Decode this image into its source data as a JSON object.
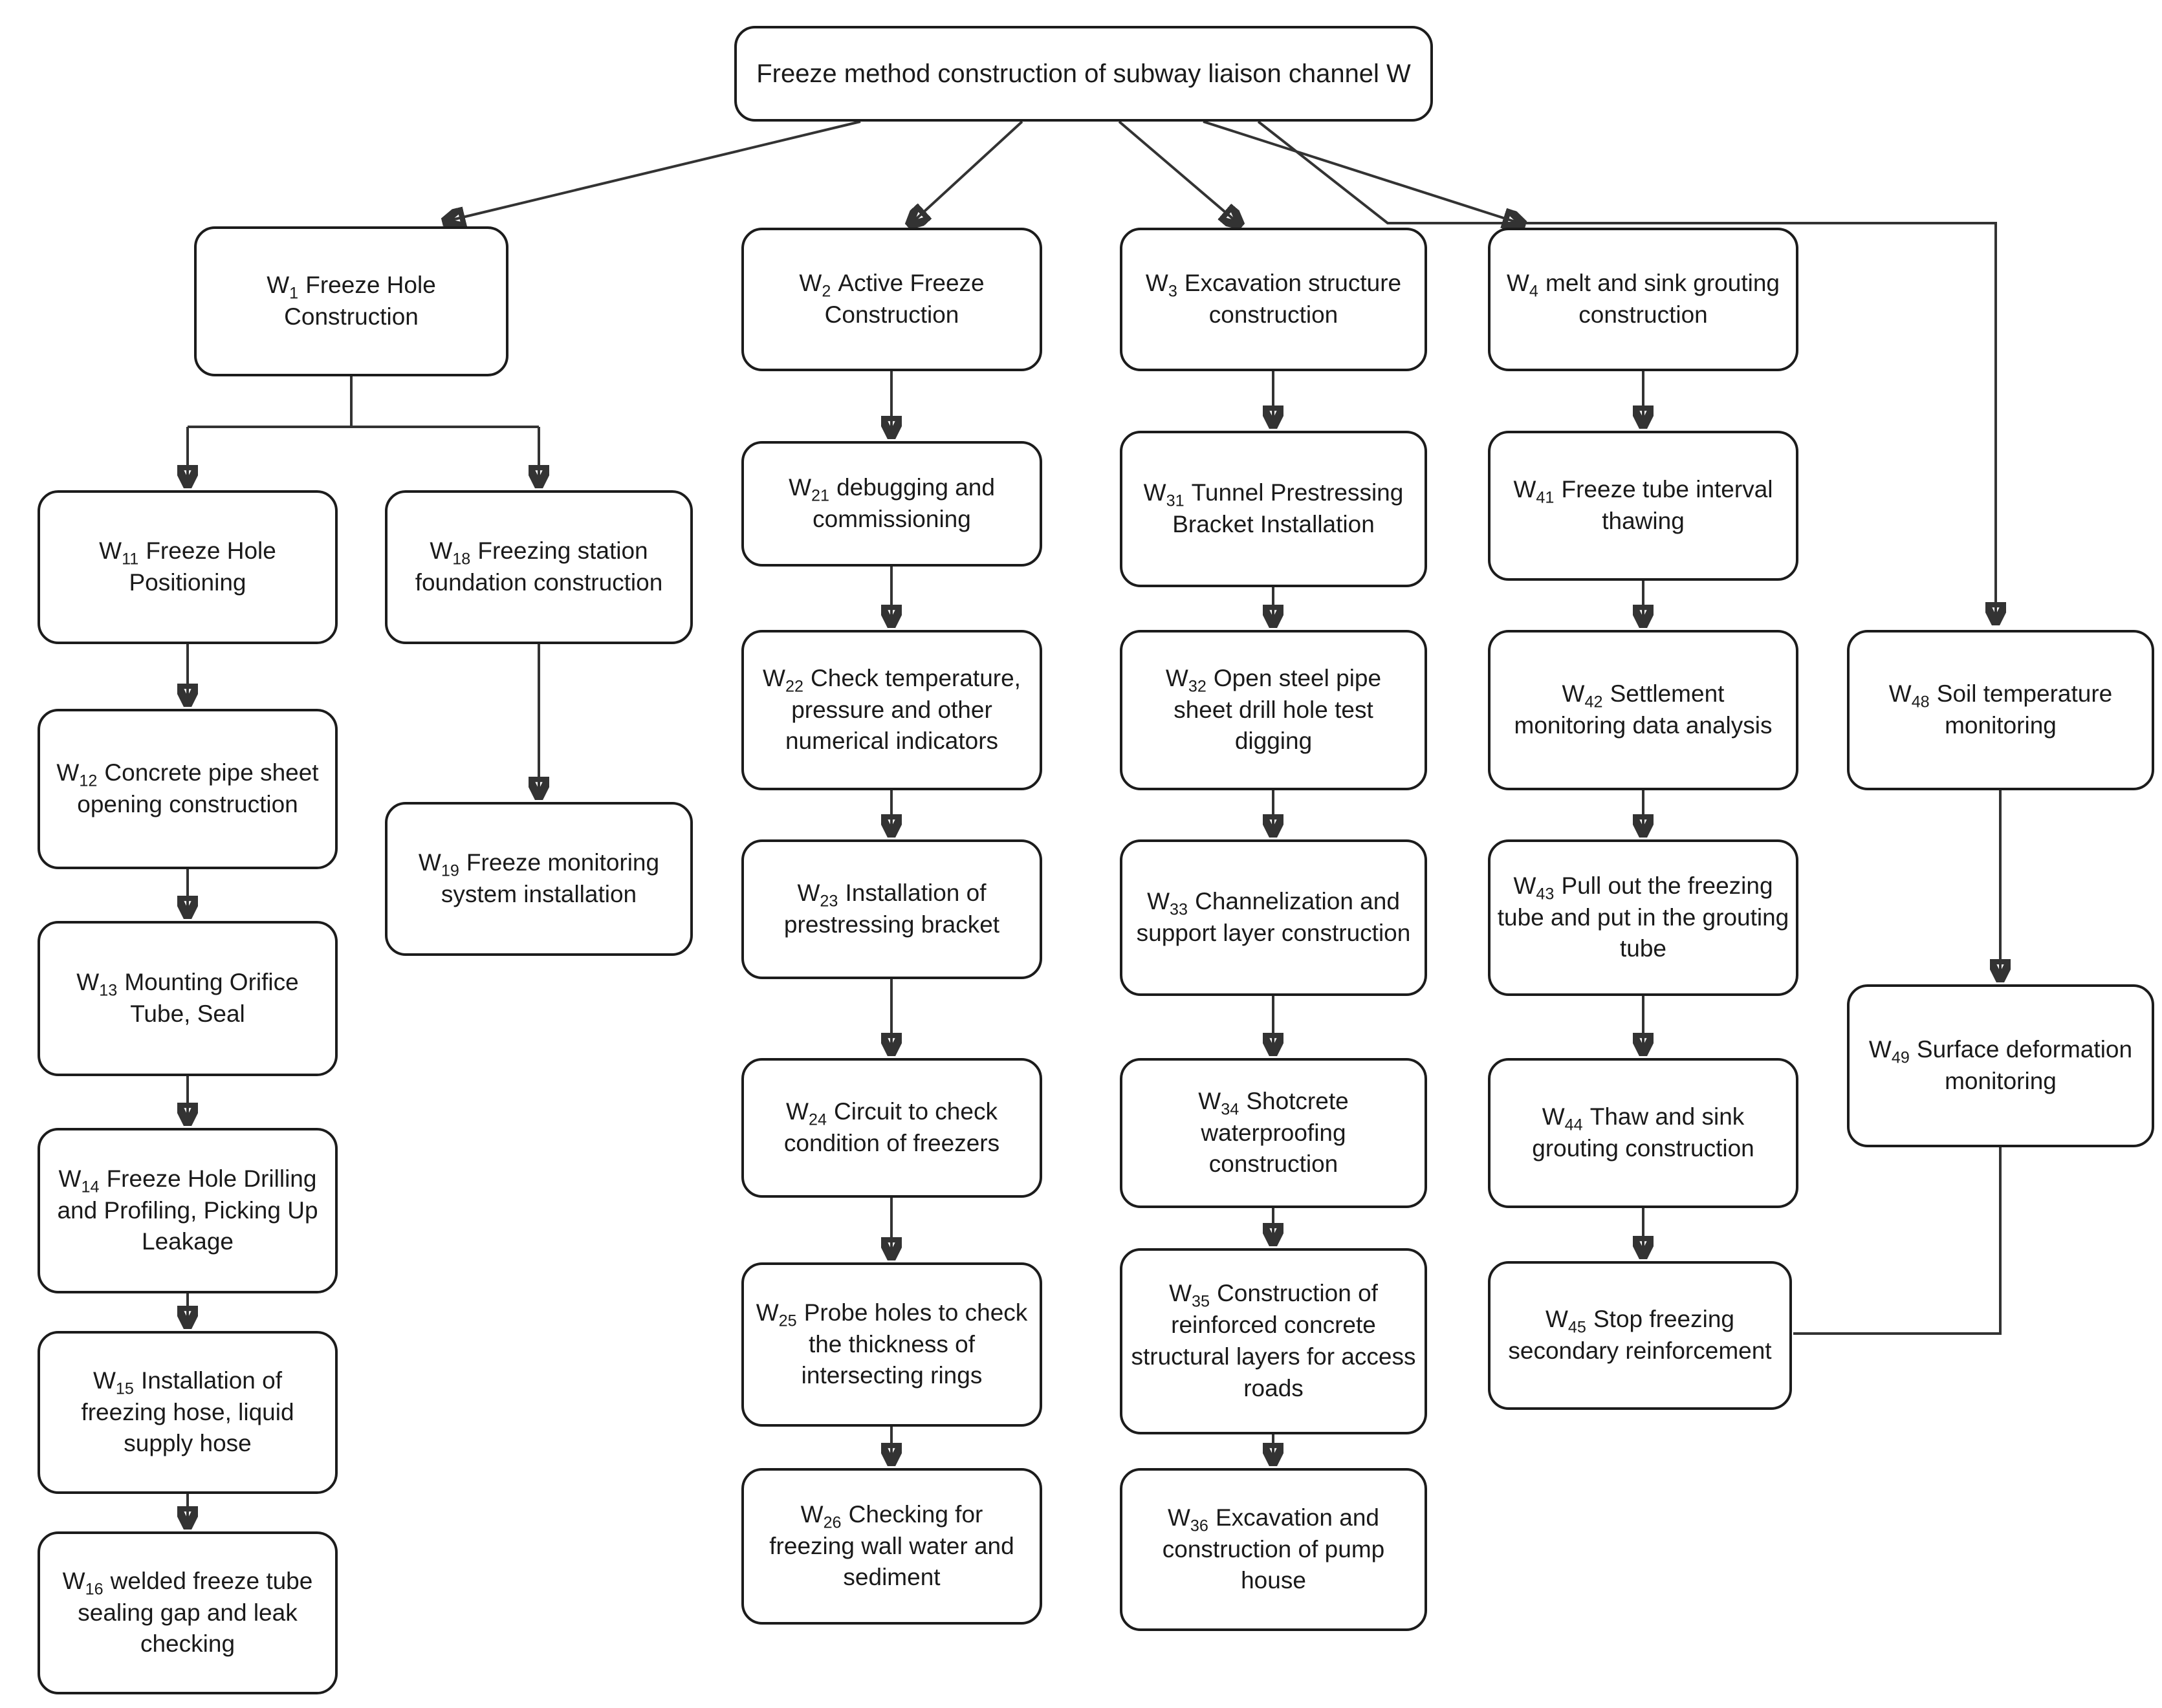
{
  "colors": {
    "background": "#ffffff",
    "box_border": "#1c1c1c",
    "text": "#1a1a1a",
    "connector": "#333333"
  },
  "nodes": {
    "root": {
      "text": "Freeze method construction of subway liaison channel W"
    },
    "W1": {
      "id": "W",
      "sub": "1",
      "text": "Freeze Hole Construction"
    },
    "W2": {
      "id": "W",
      "sub": "2",
      "text": "Active Freeze Construction"
    },
    "W3": {
      "id": "W",
      "sub": "3",
      "text": "Excavation structure construction"
    },
    "W4": {
      "id": "W",
      "sub": "4",
      "text": "melt and sink grouting construction"
    },
    "W11": {
      "id": "W",
      "sub": "11",
      "text": "Freeze Hole Positioning"
    },
    "W12": {
      "id": "W",
      "sub": "12",
      "text": "Concrete pipe sheet opening construction"
    },
    "W13": {
      "id": "W",
      "sub": "13",
      "text": "Mounting Orifice Tube, Seal"
    },
    "W14": {
      "id": "W",
      "sub": "14",
      "text": "Freeze Hole Drilling and Profiling, Picking Up Leakage"
    },
    "W15": {
      "id": "W",
      "sub": "15",
      "text": "Installation of freezing hose, liquid supply hose"
    },
    "W16": {
      "id": "W",
      "sub": "16",
      "text": "welded freeze tube sealing gap and leak checking"
    },
    "W18": {
      "id": "W",
      "sub": "18",
      "text": "Freezing station foundation construction"
    },
    "W19": {
      "id": "W",
      "sub": "19",
      "text": "Freeze monitoring system installation"
    },
    "W21": {
      "id": "W",
      "sub": "21",
      "text": "debugging and commissioning"
    },
    "W22": {
      "id": "W",
      "sub": "22",
      "text": "Check temperature, pressure and other numerical indicators"
    },
    "W23": {
      "id": "W",
      "sub": "23",
      "text": "Installation of prestressing bracket"
    },
    "W24": {
      "id": "W",
      "sub": "24",
      "text": "Circuit to check condition of freezers"
    },
    "W25": {
      "id": "W",
      "sub": "25",
      "text": "Probe holes to check the thickness of intersecting rings"
    },
    "W26": {
      "id": "W",
      "sub": "26",
      "text": "Checking for freezing wall water and sediment"
    },
    "W31": {
      "id": "W",
      "sub": "31",
      "text": "Tunnel Prestressing Bracket Installation"
    },
    "W32": {
      "id": "W",
      "sub": "32",
      "text": "Open steel pipe sheet drill hole test digging"
    },
    "W33": {
      "id": "W",
      "sub": "33",
      "text": "Channelization and support layer construction"
    },
    "W34": {
      "id": "W",
      "sub": "34",
      "text": "Shotcrete waterproofing construction"
    },
    "W35": {
      "id": "W",
      "sub": "35",
      "text": "Construction of reinforced concrete structural layers for access roads"
    },
    "W36": {
      "id": "W",
      "sub": "36",
      "text": "Excavation and construction of pump house"
    },
    "W41": {
      "id": "W",
      "sub": "41",
      "text": "Freeze tube interval thawing"
    },
    "W42": {
      "id": "W",
      "sub": "42",
      "text": "Settlement monitoring data analysis"
    },
    "W43": {
      "id": "W",
      "sub": "43",
      "text": "Pull out the freezing tube and put in the grouting tube"
    },
    "W44": {
      "id": "W",
      "sub": "44",
      "text": "Thaw and sink grouting construction"
    },
    "W45": {
      "id": "W",
      "sub": "45",
      "text": "Stop freezing secondary reinforcement"
    },
    "W48": {
      "id": "W",
      "sub": "48",
      "text": "Soil temperature monitoring"
    },
    "W49": {
      "id": "W",
      "sub": "49",
      "text": "Surface deformation monitoring"
    }
  },
  "edges": [
    {
      "from": "root",
      "to": "W1",
      "arrow": true
    },
    {
      "from": "root",
      "to": "W2",
      "arrow": true
    },
    {
      "from": "root",
      "to": "W3",
      "arrow": true
    },
    {
      "from": "root",
      "to": "W4",
      "arrow": true
    },
    {
      "from": "root",
      "to": "W48",
      "arrow": true
    },
    {
      "from": "W1",
      "to": "W11",
      "arrow": true
    },
    {
      "from": "W1",
      "to": "W18",
      "arrow": true
    },
    {
      "from": "W11",
      "to": "W12",
      "arrow": true
    },
    {
      "from": "W12",
      "to": "W13",
      "arrow": true
    },
    {
      "from": "W13",
      "to": "W14",
      "arrow": true
    },
    {
      "from": "W14",
      "to": "W15",
      "arrow": true
    },
    {
      "from": "W15",
      "to": "W16",
      "arrow": true
    },
    {
      "from": "W18",
      "to": "W19",
      "arrow": true
    },
    {
      "from": "W2",
      "to": "W21",
      "arrow": true
    },
    {
      "from": "W21",
      "to": "W22",
      "arrow": true
    },
    {
      "from": "W22",
      "to": "W23",
      "arrow": true
    },
    {
      "from": "W23",
      "to": "W24",
      "arrow": true
    },
    {
      "from": "W24",
      "to": "W25",
      "arrow": true
    },
    {
      "from": "W25",
      "to": "W26",
      "arrow": true
    },
    {
      "from": "W3",
      "to": "W31",
      "arrow": true
    },
    {
      "from": "W31",
      "to": "W32",
      "arrow": true
    },
    {
      "from": "W32",
      "to": "W33",
      "arrow": true
    },
    {
      "from": "W33",
      "to": "W34",
      "arrow": true
    },
    {
      "from": "W34",
      "to": "W35",
      "arrow": true
    },
    {
      "from": "W35",
      "to": "W36",
      "arrow": true
    },
    {
      "from": "W4",
      "to": "W41",
      "arrow": true
    },
    {
      "from": "W41",
      "to": "W42",
      "arrow": true
    },
    {
      "from": "W42",
      "to": "W43",
      "arrow": true
    },
    {
      "from": "W43",
      "to": "W44",
      "arrow": true
    },
    {
      "from": "W44",
      "to": "W45",
      "arrow": true
    },
    {
      "from": "W48",
      "to": "W49",
      "arrow": true
    },
    {
      "from": "W49",
      "to": "W45",
      "arrow": false
    }
  ]
}
